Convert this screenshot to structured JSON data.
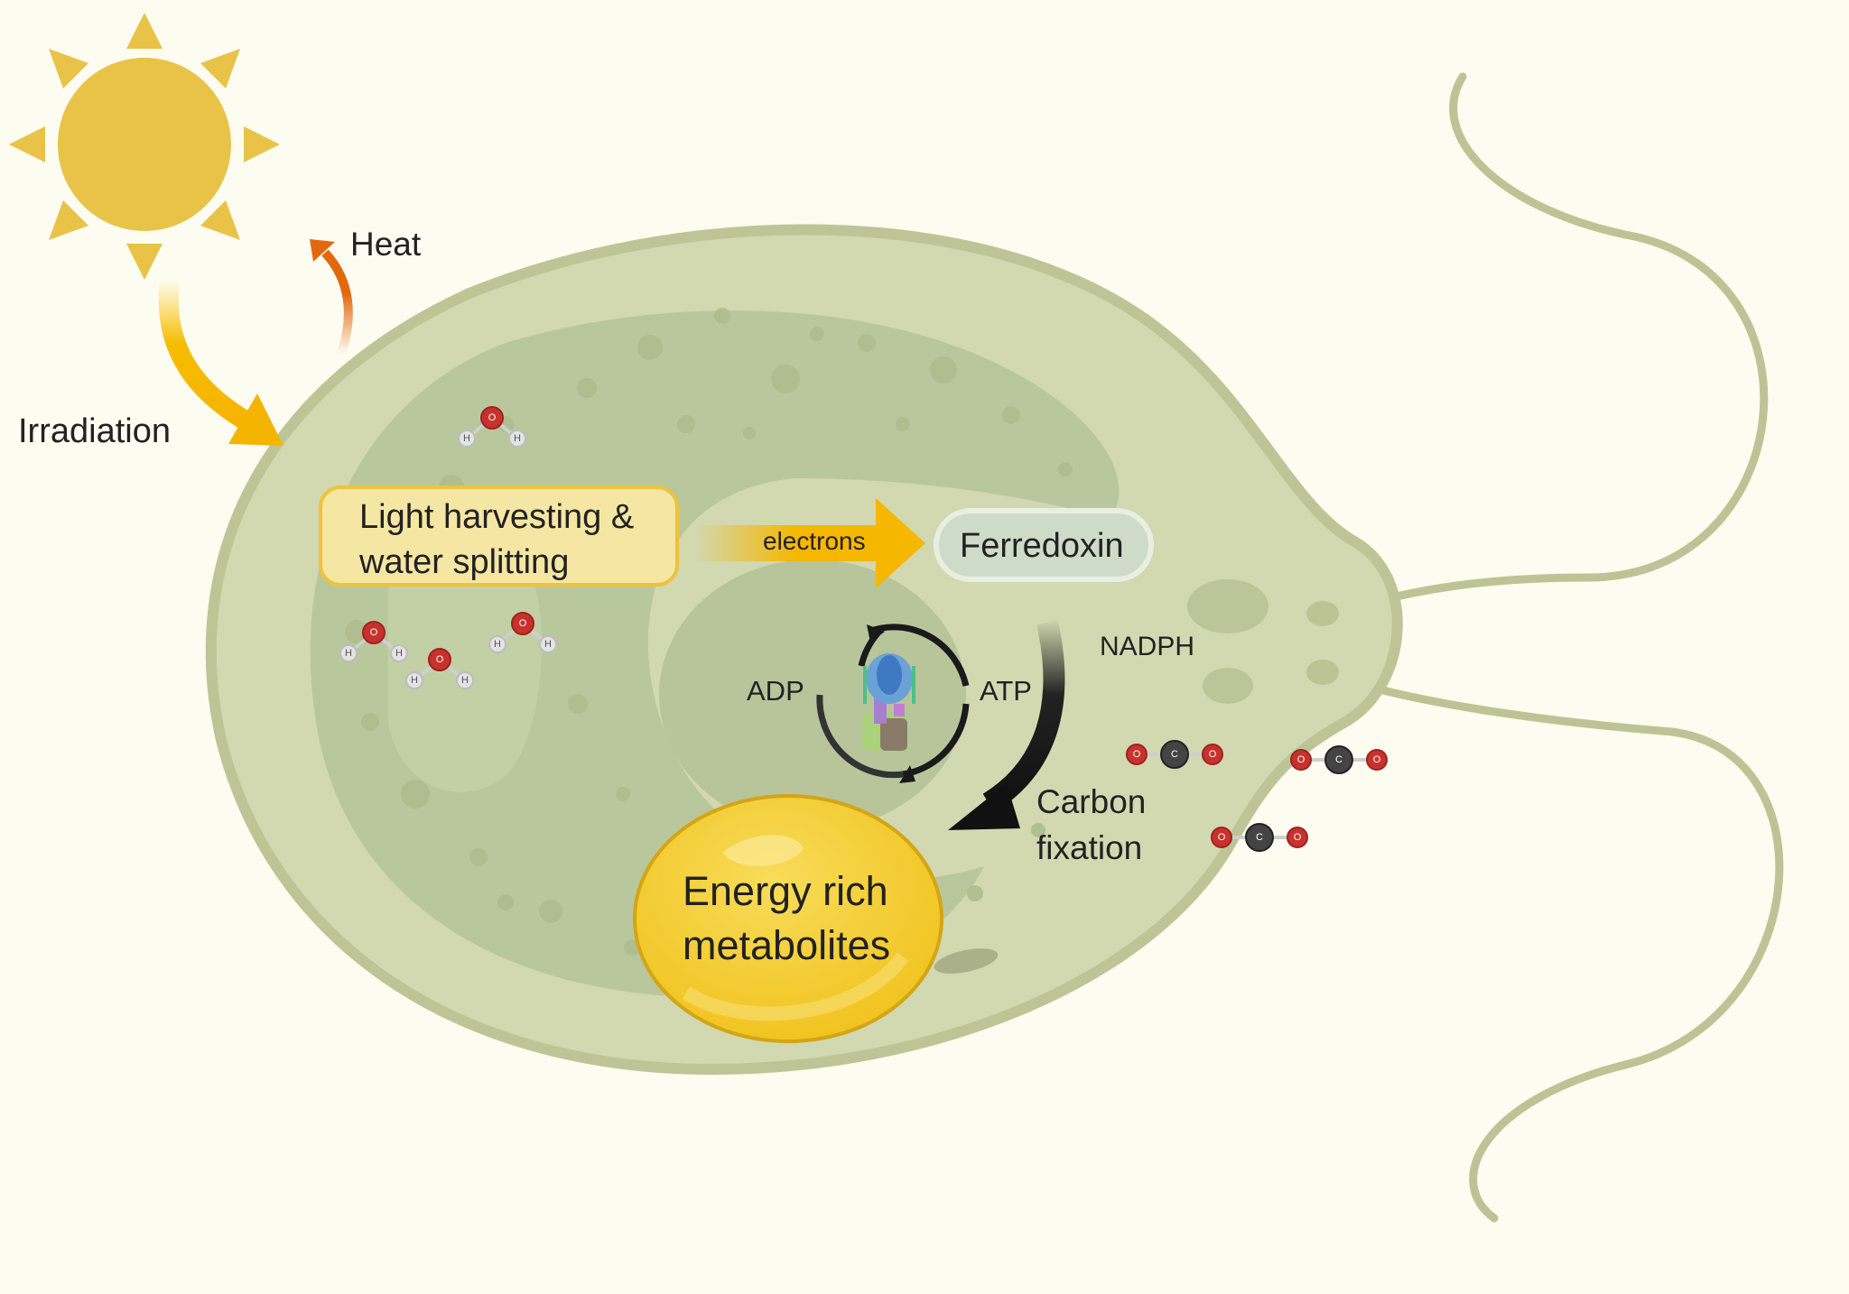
{
  "labels": {
    "heat": "Heat",
    "irradiation": "Irradiation",
    "light_harvesting_line1": "Light harvesting &",
    "light_harvesting_line2": "water splitting",
    "electrons": "electrons",
    "ferredoxin": "Ferredoxin",
    "nadph": "NADPH",
    "adp": "ADP",
    "atp": "ATP",
    "carbon_fixation_line1": "Carbon",
    "carbon_fixation_line2": "fixation",
    "energy_rich_line1": "Energy rich",
    "energy_rich_line2": "metabolites"
  },
  "molecules": {
    "water_atoms": [
      "O",
      "H",
      "H"
    ],
    "co2_atoms": [
      "O",
      "C",
      "O"
    ]
  },
  "colors": {
    "background": "#fdfcf1",
    "sun": "#e9c348",
    "cell_outer": "#d2d8b0",
    "cell_membrane": "#bdc596",
    "chloroplast": "#b9c79d",
    "light_box_fill": "#f5e6a4",
    "light_box_border": "#eec33c",
    "ferredoxin_fill": "#cfdbc9",
    "metabolite_fill": "#f4ce3c",
    "arrow_orange": "#f5b400",
    "heat_arrow": "#e2680e",
    "oxygen": "#c8322d",
    "carbon": "#444444",
    "hydrogen": "#e4e4e4"
  },
  "icons": [
    "sun-icon",
    "water-molecule-icon",
    "co2-molecule-icon",
    "atp-synthase-icon",
    "cycle-arrow-icon"
  ]
}
